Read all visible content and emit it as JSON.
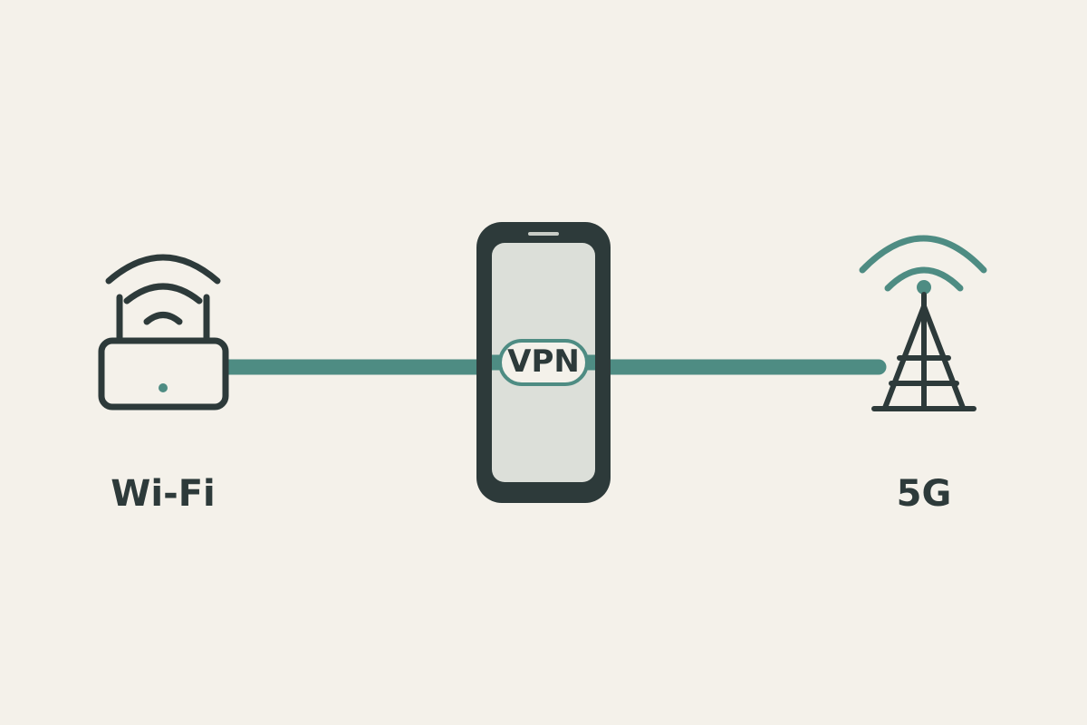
{
  "colors": {
    "background": "#f4f1ea",
    "dark": "#2d3a3a",
    "accent": "#4e8c83",
    "screen": "#dcdfd9"
  },
  "diagram": {
    "left_node": {
      "label": "Wi-Fi",
      "icon": "wifi-router-icon"
    },
    "center_node": {
      "label": "VPN",
      "icon": "smartphone-icon"
    },
    "right_node": {
      "label": "5G",
      "icon": "cell-tower-icon"
    }
  }
}
